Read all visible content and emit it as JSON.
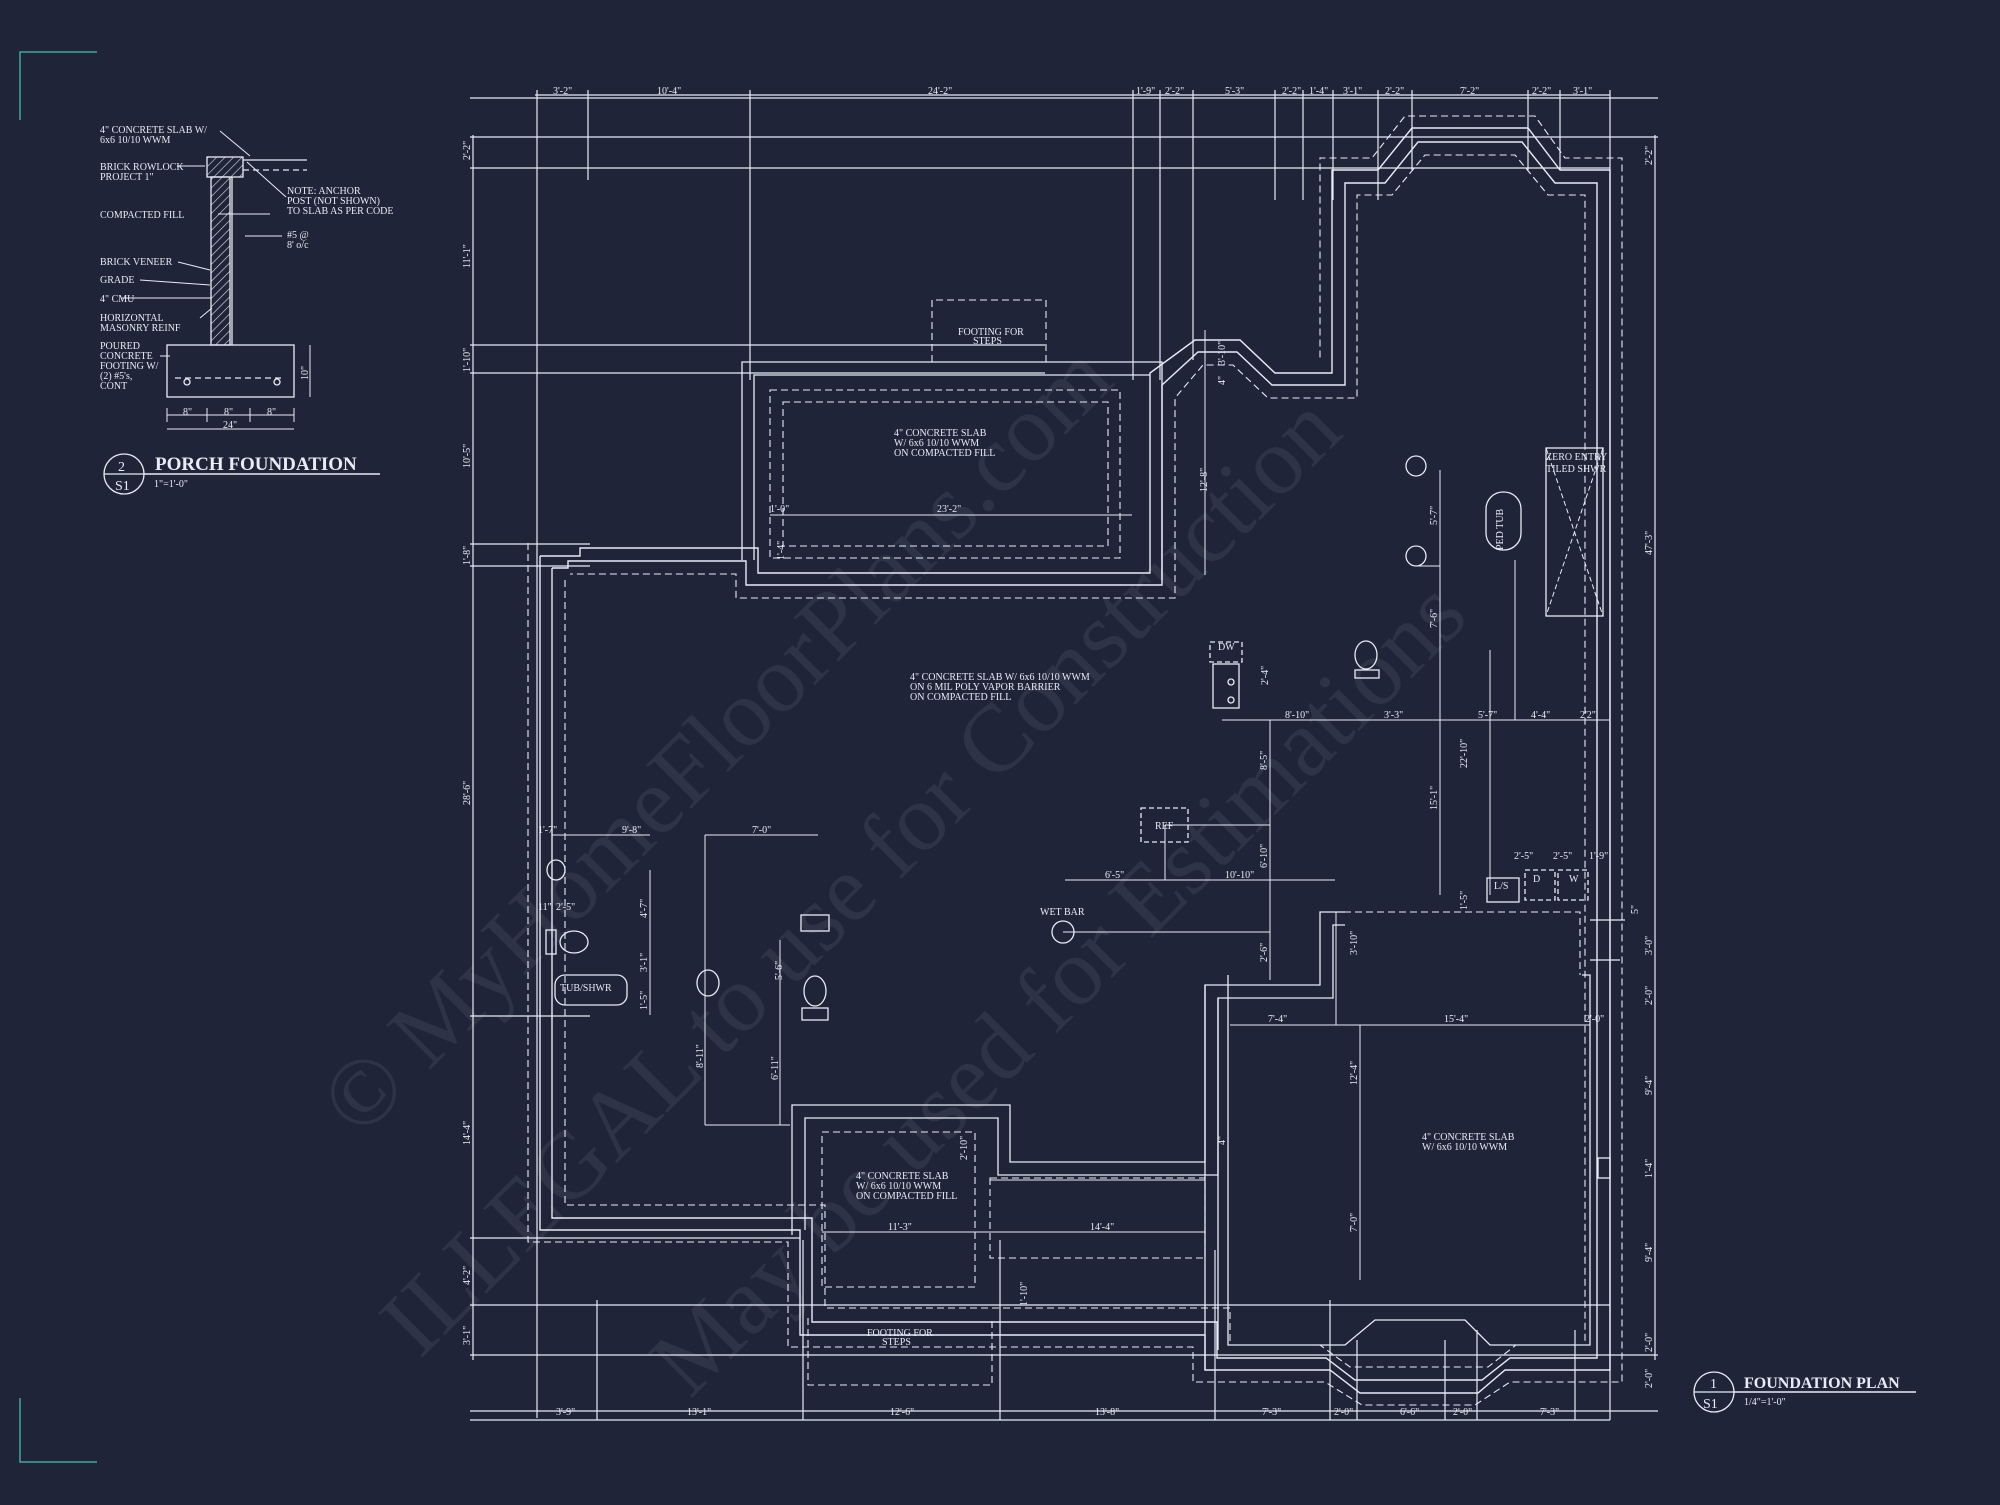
{
  "porch_detail": {
    "title": "PORCH FOUNDATION",
    "callout_number": "2",
    "callout_sheet": "S1",
    "scale": "1\"=1'-0\"",
    "labels": {
      "slab": [
        "4\" CONCRETE SLAB W/",
        "6x6 10/10 WWM"
      ],
      "rowlock": [
        "BRICK ROWLOCK",
        "PROJECT 1\""
      ],
      "fill": "COMPACTED FILL",
      "veneer": "BRICK VENEER",
      "grade": "GRADE",
      "cmu": "4\" CMU",
      "reinf": [
        "HORIZONTAL",
        "MASONRY REINF"
      ],
      "footing": [
        "POURED",
        "CONCRETE",
        "FOOTING W/",
        "(2) #5's,",
        "CONT"
      ],
      "note": [
        "NOTE: ANCHOR",
        "POST (NOT SHOWN)",
        "TO SLAB AS PER CODE"
      ],
      "rebar": [
        "#5 @",
        "8' o/c"
      ]
    },
    "dims": {
      "d8a": "8\"",
      "d8b": "8\"",
      "d8c": "8\"",
      "d24": "24\"",
      "d10": "10\""
    }
  },
  "plan": {
    "title": "FOUNDATION PLAN",
    "callout_number": "1",
    "callout_sheet": "S1",
    "scale": "1/4\"=1'-0\""
  },
  "top_dims": [
    "3'-2\"",
    "10'-4\"",
    "24'-2\"",
    "1'-9\"",
    "2'-2\"",
    "5'-3\"",
    "2'-2\"",
    "1'-4\"",
    "3'-1\"",
    "2'-2\"",
    "7'-2\"",
    "2'-2\"",
    "3'-1\""
  ],
  "bottom_dims": [
    "3'-9\"",
    "13'-1\"",
    "12'-6\"",
    "13'-8\"",
    "7'-3\"",
    "2'-0\"",
    "6'-6\"",
    "2'-0\"",
    "7'-3\""
  ],
  "left_dims": [
    "2'-2\"",
    "11'-1\"",
    "1'-10\"",
    "10'-5\"",
    "1'-8\"",
    "28'-6\"",
    "14'-4\"",
    "4'-2\"",
    "3'-1\""
  ],
  "right_dims": [
    "2'-2\"",
    "47'-3\"",
    "3'-0\"",
    "2'-0\"",
    "9'-4\"",
    "1'-4\"",
    "9'-4\"",
    "2'-0\"",
    "2'-0\""
  ],
  "notes": {
    "porch_slab": [
      "4\" CONCRETE SLAB",
      "W/ 6x6 10/10 WWM",
      "ON COMPACTED FILL"
    ],
    "main_slab": [
      "4\" CONCRETE SLAB W/ 6x6 10/10 WWM",
      "ON 6 MIL POLY VAPOR BARRIER",
      "ON COMPACTED FILL"
    ],
    "garage_slab": [
      "4\" CONCRETE SLAB",
      "W/ 6x6 10/10 WWM"
    ],
    "rear_slab": [
      "4\" CONCRETE SLAB",
      "W/ 6x6 10/10 WWM",
      "ON COMPACTED FILL"
    ],
    "footing_top": [
      "FOOTING FOR",
      "STEPS"
    ],
    "footing_bottom": [
      "FOOTING FOR",
      "STEPS"
    ],
    "zero_entry": [
      "ZERO ENTRY",
      "TILED SHWR"
    ],
    "ped_tub": "PED TUB",
    "tub_shwr": "TUB/SHWR",
    "dw": "DW",
    "ref": "REF",
    "wet_bar": "WET BAR",
    "ls": "L/S",
    "d": "D",
    "w": "W"
  },
  "interior_dims": {
    "porch_w": "23'-2\"",
    "porch_side": "1'-0\"",
    "porch_h": "12'-8\"",
    "porch_small": "1'-4\"",
    "d3_10": "3'-10\"",
    "d4": "4\"",
    "bath_5_7": "5'-7\"",
    "bath_7_6": "7'-6\"",
    "bath_2_4": "2'-4\"",
    "row_8_10": "8'-10\"",
    "row_3_3": "3'-3\"",
    "row_5_7": "5'-7\"",
    "row_4_4": "4'-4\"",
    "row_2_2": "2'2\"",
    "v22_10": "22'-10\"",
    "v15_1": "15'-1\"",
    "v8_5": "8'-5\"",
    "v6_10": "6'-10\"",
    "h6_5": "6'-5\"",
    "h10_10": "10'-10\"",
    "l2_5a": "2'-5\"",
    "l2_5b": "2'-5\"",
    "l1_9": "1'-9\"",
    "l1_5": "1'-5\"",
    "b9_8": "9'-8\"",
    "b7_0": "7'-0\"",
    "b1_7": "1'-7\"",
    "b2_5": "2'-5\"",
    "b11": "11\"",
    "b4_7": "4'-7\"",
    "b3_1": "3'-1\"",
    "b1_5": "1'-5\"",
    "b5_6": "5'-6\"",
    "b8_11": "8'-11\"",
    "b6_11": "6'-11\"",
    "g3_10": "3'-10\"",
    "g2_6": "2'-6\"",
    "g7_4": "7'-4\"",
    "g15_4": "15'-4\"",
    "g12_4": "12'-4\"",
    "g7_0": "7'-0\"",
    "g2_0": "2'-0\"",
    "g4": "4\"",
    "r2_10": "2'-10\"",
    "r11_3": "11'-3\"",
    "r14_4": "14'-4\"",
    "r1_10": "1'-10\"",
    "r5": "5\""
  },
  "watermarks": [
    "© MyHomeFloorPlans.com",
    "ILLEGAL to use for Construction",
    "May be used for Estimations"
  ]
}
